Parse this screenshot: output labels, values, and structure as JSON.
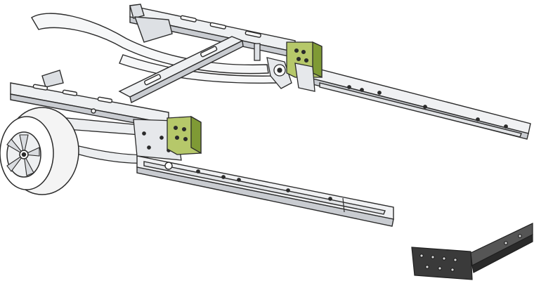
{
  "colors": {
    "background": "#ffffff",
    "steel": "#e9ebee",
    "steel_shadow": "#c9ccd1",
    "outline": "#2b2b2b",
    "bracket_green": "#b6c86a",
    "bracket_green_dark": "#7f9a35",
    "dark_rail": "#3a3a3a",
    "tire": "#f4f4f4"
  },
  "parts": [
    {
      "id": "front-left-wheel",
      "kind": "wheel"
    },
    {
      "id": "leaf-spring",
      "kind": "spring"
    },
    {
      "id": "front-crossmember",
      "kind": "crossmember"
    },
    {
      "id": "left-chassis-rail",
      "kind": "rail"
    },
    {
      "id": "right-chassis-rail",
      "kind": "rail"
    },
    {
      "id": "left-extension-rail",
      "kind": "extension"
    },
    {
      "id": "right-extension-rail",
      "kind": "extension"
    },
    {
      "id": "left-green-adapter-bracket",
      "kind": "bracket"
    },
    {
      "id": "right-green-adapter-bracket",
      "kind": "bracket"
    },
    {
      "id": "rear-dark-bracket-assembly",
      "kind": "bracket"
    }
  ]
}
